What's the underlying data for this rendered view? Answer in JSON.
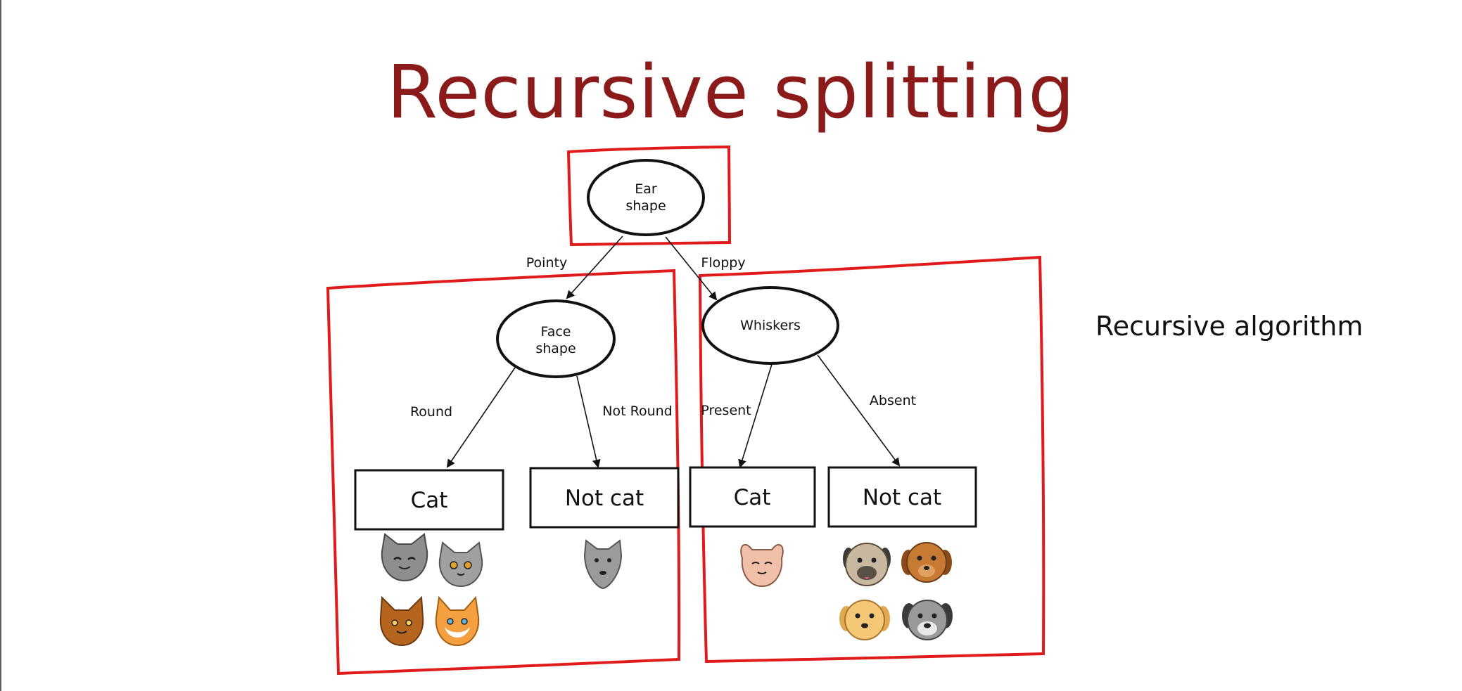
{
  "title": "Recursive splitting",
  "side_label": "Recursive algorithm",
  "nodes": {
    "root": {
      "lines": [
        "Ear",
        "shape"
      ]
    },
    "face": {
      "lines": [
        "Face",
        "shape"
      ]
    },
    "whiskers": {
      "lines": [
        "Whiskers"
      ]
    }
  },
  "edges": {
    "pointy": "Pointy",
    "floppy": "Floppy",
    "round": "Round",
    "not_round": "Not Round",
    "present": "Present",
    "absent": "Absent"
  },
  "leaves": {
    "cat_left": "Cat",
    "not_cat_left": "Not cat",
    "cat_right": "Cat",
    "not_cat_right": "Not cat"
  },
  "colors": {
    "title": "#8b1a1a",
    "highlight": "#e01b1b"
  },
  "icons": {
    "cat_left_group": [
      "cat-icon",
      "cat-icon",
      "cat-icon",
      "cat-icon"
    ],
    "not_cat_left_group": [
      "dog-icon"
    ],
    "cat_right_group": [
      "cat-icon"
    ],
    "not_cat_right_group": [
      "dog-icon",
      "dog-icon",
      "dog-icon",
      "dog-icon"
    ]
  }
}
